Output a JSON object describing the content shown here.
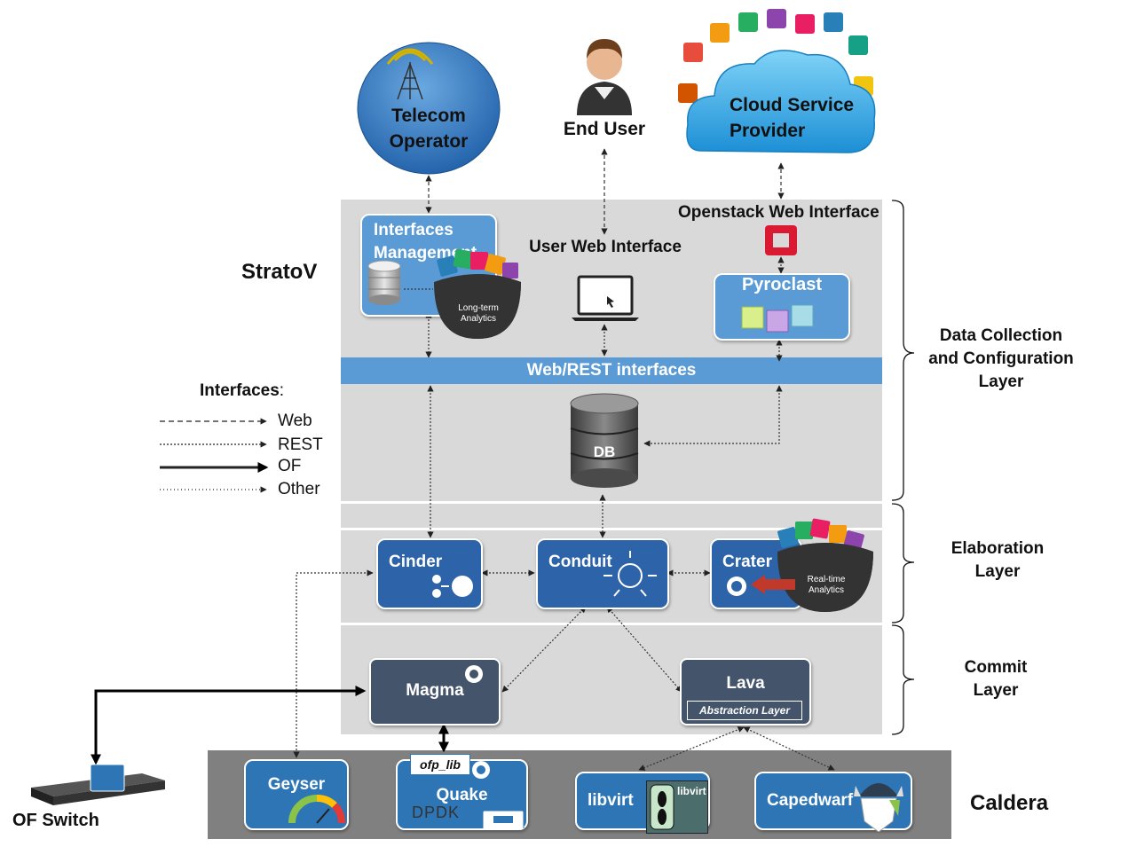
{
  "actors": {
    "telecom_operator": "Telecom\nOperator",
    "end_user": "End User",
    "cloud_service_provider": "Cloud Service\nProvider"
  },
  "stratov": {
    "title": "StratoV",
    "interfaces_management": "Interfaces\nManagement",
    "long_term_analytics": "Long-term\nAnalytics",
    "user_web_interface": "User Web Interface",
    "openstack_web_interface": "Openstack Web Interface",
    "pyroclast": "Pyroclast",
    "web_rest_interfaces": "Web/REST interfaces",
    "db": "DB"
  },
  "elaboration": {
    "cinder": "Cinder",
    "conduit": "Conduit",
    "crater": "Crater",
    "real_time_analytics": "Real-time\nAnalytics"
  },
  "commit": {
    "magma": "Magma",
    "lava": "Lava",
    "abstraction_layer": "Abstraction Layer"
  },
  "caldera": {
    "title": "Caldera",
    "geyser": "Geyser",
    "quake": "Quake",
    "ofp_lib": "ofp_lib",
    "dpdk": "DPDK",
    "libvirt": "libvirt",
    "libvirt_logo": "libvirt",
    "capedwarf": "Capedwarf"
  },
  "of_switch": "OF Switch",
  "layers": {
    "data_collection": "Data Collection\nand Configuration\nLayer",
    "elaboration": "Elaboration\nLayer",
    "commit": "Commit\nLayer"
  },
  "legend": {
    "title": "Interfaces",
    "colon": ":",
    "items": [
      "Web",
      "REST",
      "OF",
      "Other"
    ]
  },
  "colors": {
    "panel": "#d9d9d9",
    "caldera_bg": "#808080",
    "dark_blue": "#2d63a8",
    "light_blue": "#5b9bd5",
    "slate": "#44546a"
  }
}
